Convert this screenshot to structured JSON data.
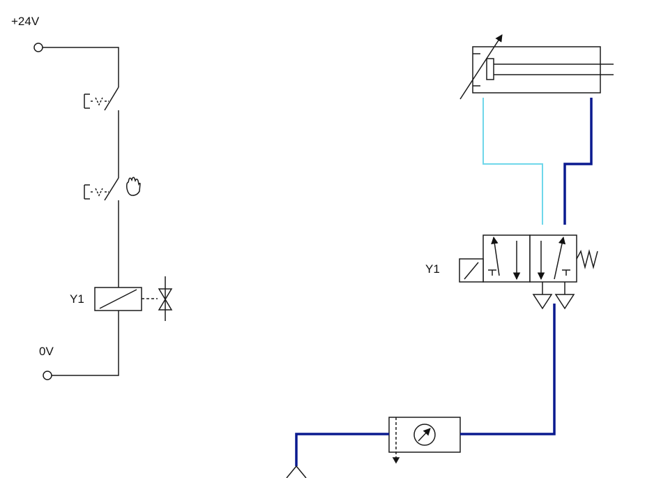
{
  "labels": {
    "supply_positive": "+24V",
    "supply_zero": "0V",
    "solenoid_electrical": "Y1",
    "solenoid_pneumatic": "Y1"
  },
  "colors": {
    "wire": "#1a1a1a",
    "pressure_line": "#0a1a8f",
    "exhaust_line": "#6fd7ea",
    "component": "#1a1a1a",
    "component_fill": "#ffffff"
  },
  "icons": {
    "pushbutton": "pushbutton-switch-icon",
    "manual_switch": "hand-operated-switch-icon",
    "solenoid": "solenoid-coil-icon",
    "valve_indicator": "valve-indicator-icon",
    "cylinder": "double-acting-cylinder-icon",
    "valve": "5-2-directional-valve-icon",
    "spring": "spring-return-icon",
    "exhaust": "exhaust-port-icon",
    "service_unit": "air-service-unit-icon",
    "air_source": "air-supply-source-icon"
  }
}
